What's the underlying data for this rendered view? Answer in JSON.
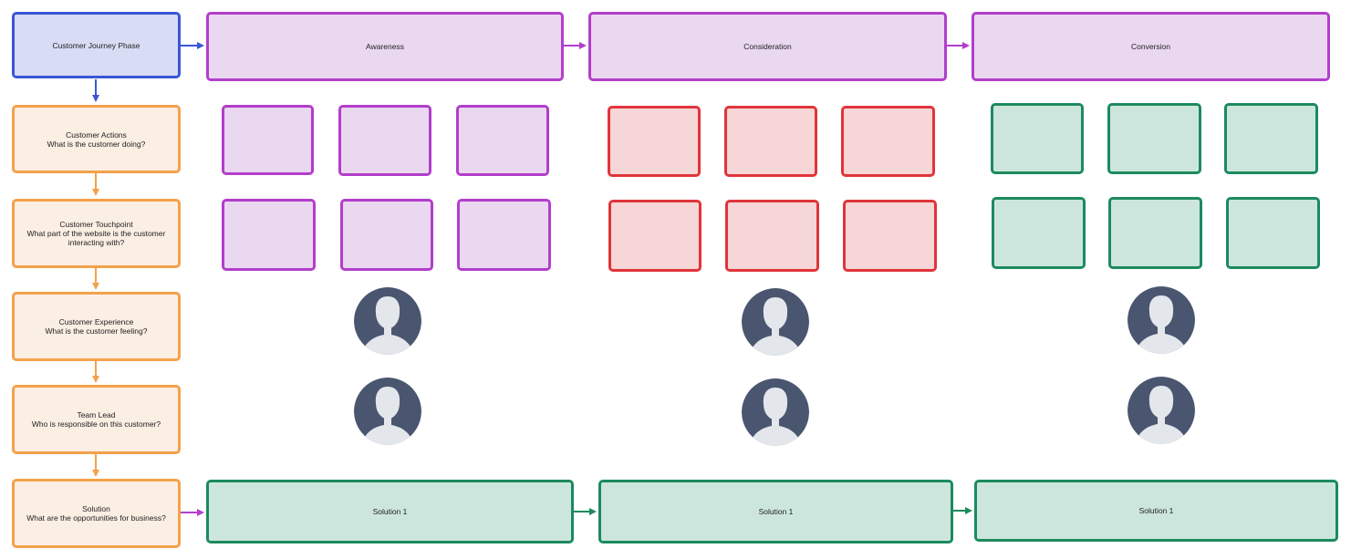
{
  "header": {
    "phase_label": "Customer Journey Phase",
    "phases": [
      "Awareness",
      "Consideration",
      "Conversion"
    ]
  },
  "rows": [
    {
      "title": "Customer Actions",
      "question": "What is the customer doing?"
    },
    {
      "title": "Customer Touchpoint",
      "question": "What part of the website is the customer interacting with?"
    },
    {
      "title": "Customer Experience",
      "question": "What is the customer feeling?"
    },
    {
      "title": "Team Lead",
      "question": "Who is responsible on this customer?"
    },
    {
      "title": "Solution",
      "question": "What are the opportunities for business?"
    }
  ],
  "solutions": [
    "Solution 1",
    "Solution 1",
    "Solution 1"
  ],
  "colors": {
    "phase_header_border": "#3a56d6",
    "phase_header_fill": "#d8dcf4",
    "row_label_border": "#f4a14a",
    "row_label_fill": "#fbeee3",
    "awareness_border": "#b23ecb",
    "awareness_fill": "#ead7f0",
    "consideration_border": "#e0343a",
    "consideration_fill": "#f6d6d7",
    "conversion_border": "#1c8a5e",
    "conversion_fill": "#cde6dd",
    "avatar_bg": "#4a5570",
    "avatar_figure": "#e3e7ec"
  },
  "icons": [
    "user-avatar-icon"
  ]
}
